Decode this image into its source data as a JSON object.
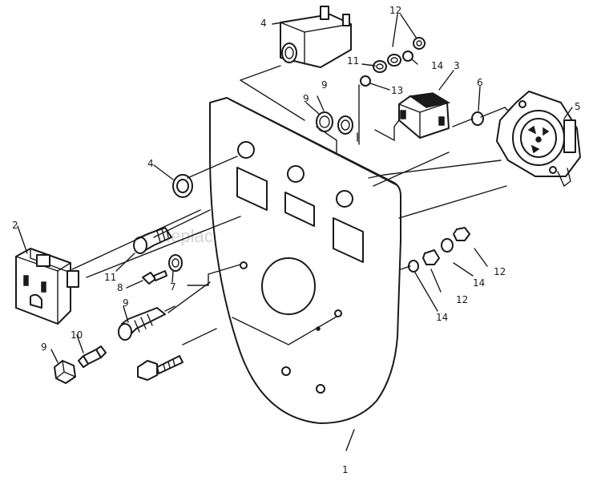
{
  "watermark": "eReplacementParts.com",
  "callouts": {
    "c1": "1",
    "c2": "2",
    "c3": "3",
    "c4a": "4",
    "c4b": "4",
    "c5": "5",
    "c6": "6",
    "c7": "7",
    "c8": "8",
    "c9a": "9",
    "c9b": "9",
    "c9c": "9",
    "c9d": "9",
    "c10": "10",
    "c11a": "11",
    "c11b": "11",
    "c12a": "12",
    "c12b": "12",
    "c12c": "12",
    "c13": "13",
    "c14a": "14",
    "c14b": "14",
    "c14c": "14"
  }
}
